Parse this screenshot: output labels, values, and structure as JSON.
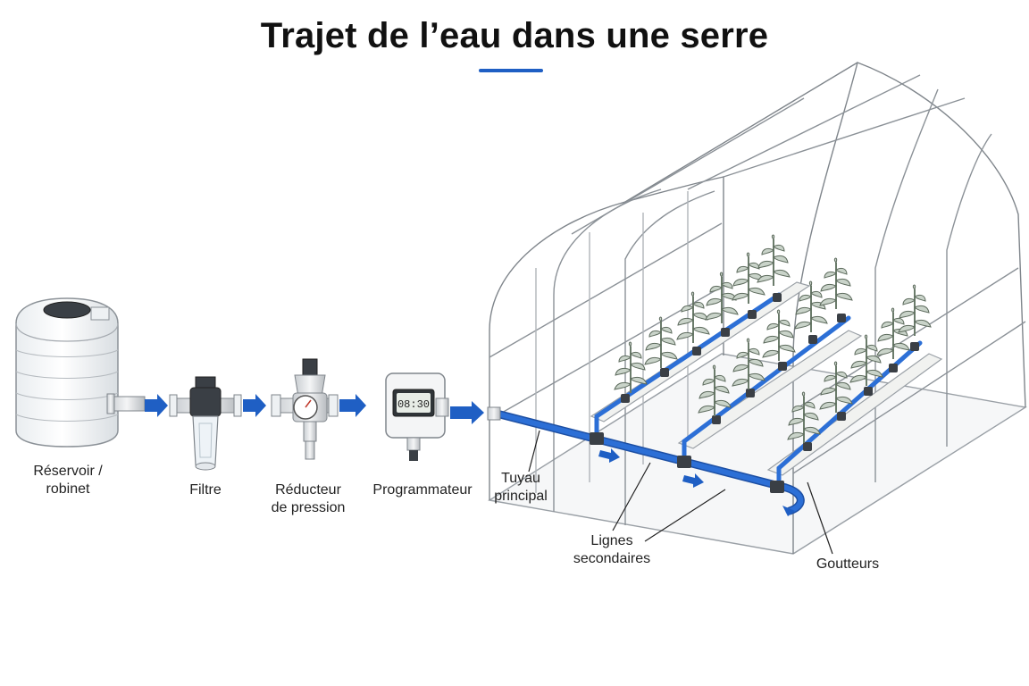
{
  "title": "Trajet de l’eau dans une serre",
  "colors": {
    "accent_blue": "#1f5fc4",
    "pipe_blue": "#2c6fd6",
    "outline": "#555555",
    "plant_green": "#6b7c6b"
  },
  "labels": {
    "reservoir_line1": "Réservoir /",
    "reservoir_line2": "robinet",
    "filtre": "Filtre",
    "reducteur_line1": "Réducteur",
    "reducteur_line2": "de pression",
    "programmateur": "Programmateur",
    "timer_display": "08:30",
    "tuyau_line1": "Tuyau",
    "tuyau_line2": "principal",
    "lignes_line1": "Lignes",
    "lignes_line2": "secondaires",
    "goutteurs": "Goutteurs"
  },
  "icons": [
    "tank-icon",
    "filter-icon",
    "pressure-reducer-icon",
    "timer-icon",
    "greenhouse-icon",
    "plant-icon",
    "flow-arrow-icon"
  ]
}
